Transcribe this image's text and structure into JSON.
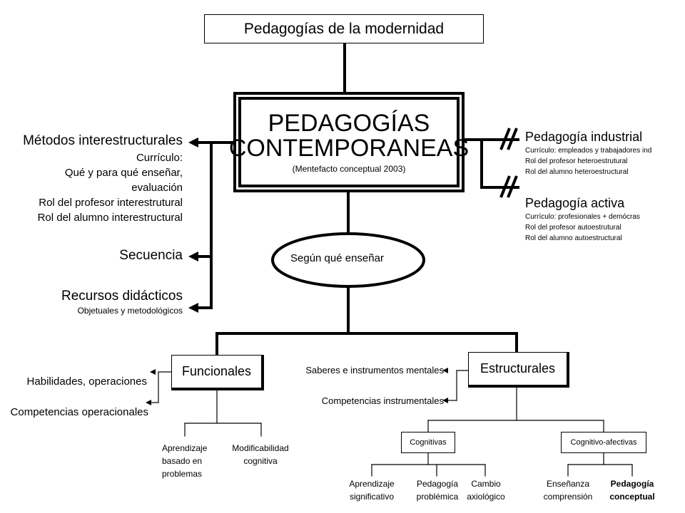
{
  "top": {
    "title": "Pedagogías de la modernidad"
  },
  "main": {
    "title_line1": "PEDAGOGÍAS",
    "title_line2": "CONTEMPORANEAS",
    "subtitle": "(Mentefacto conceptual 2003)"
  },
  "left": {
    "metodos": {
      "title": "Métodos interestructurales",
      "lines": [
        "Currículo:",
        "Qué y para qué enseñar,",
        "evaluación",
        "Rol del profesor interestrutural",
        "Rol del alumno interestructural"
      ]
    },
    "secuencia": "Secuencia",
    "recursos": {
      "title": "Recursos didácticos",
      "sub": "Objetuales y metodológicos"
    }
  },
  "right": {
    "industrial": {
      "title": "Pedagogía industrial",
      "lines": [
        "Currículo: empleados y trabajadores ind",
        "Rol del profesor heteroestrutural",
        "Rol del alumno heteroestructural"
      ]
    },
    "activa": {
      "title": "Pedagogía activa",
      "lines": [
        "Currículo: profesionales + demócras",
        "Rol del profesor autoestrutural",
        "Rol del alumno autoestructural"
      ]
    }
  },
  "ellipse": {
    "label": "Según qué enseñar"
  },
  "funcionales": {
    "label": "Funcionales",
    "habilidades": "Habilidades, operaciones",
    "competencias": "Competencias operacionales",
    "child1": [
      "Aprendizaje",
      "basado en",
      "problemas"
    ],
    "child2": [
      "Modificabilidad",
      "cognitiva"
    ]
  },
  "estructurales": {
    "label": "Estructurales",
    "saberes": "Saberes e instrumentos mentales",
    "competencias": "Competencias instrumentales",
    "cognitivas": {
      "label": "Cognitivas",
      "c1": [
        "Aprendizaje",
        "significativo"
      ],
      "c2": [
        "Pedagogía",
        "problémica"
      ],
      "c3": [
        "Cambio",
        "axiológico"
      ]
    },
    "afectivas": {
      "label": "Cognitivo-afectivas",
      "c1": [
        "Enseñanza",
        "comprensión"
      ],
      "c2": [
        "Pedagogía",
        "conceptual"
      ]
    }
  }
}
